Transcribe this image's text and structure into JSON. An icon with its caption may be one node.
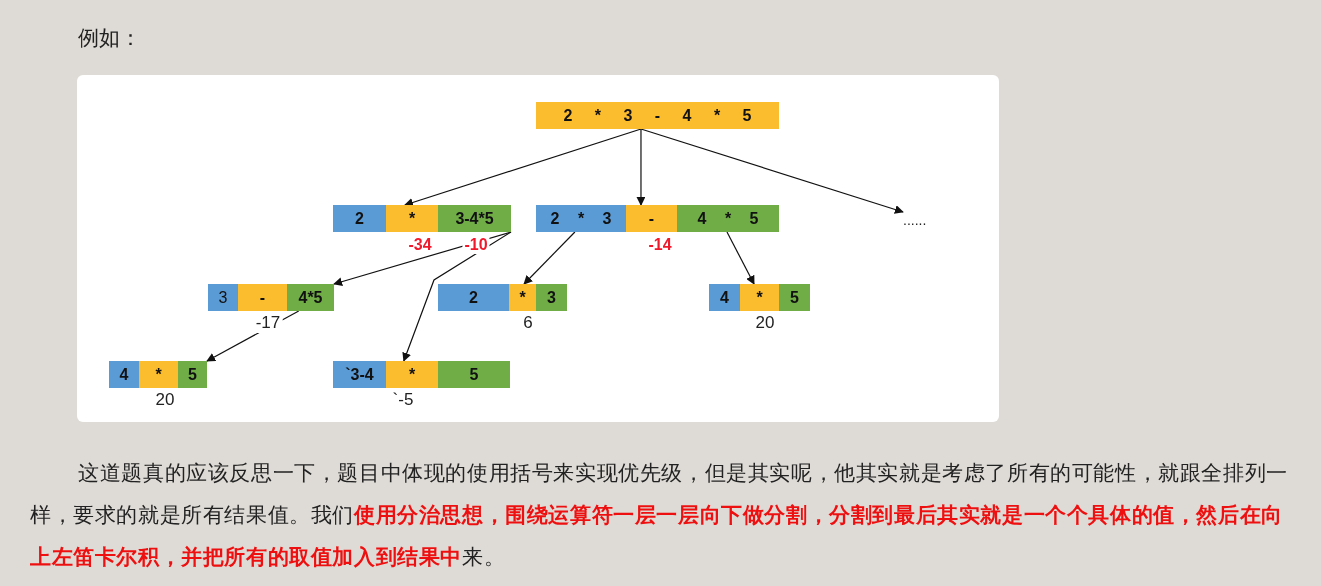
{
  "diagram": {
    "nodes": [
      {
        "text": [
          "2 * 3 - 4 * 5"
        ]
      },
      {
        "text": [
          "2",
          "*",
          "3-4*5"
        ],
        "beside": [
          "-34",
          "-10"
        ]
      },
      {
        "text": [
          "2 * 3",
          "-",
          "4 * 5"
        ],
        "beside": [
          "-14"
        ]
      },
      {
        "text": [
          "......"
        ]
      },
      {
        "text": [
          "3",
          "-",
          "4*5"
        ],
        "beside": [
          "-17"
        ]
      },
      {
        "text": [
          "2",
          "*",
          "3"
        ],
        "beside": [
          "6"
        ]
      },
      {
        "text": [
          "4",
          "*",
          "5"
        ],
        "beside": [
          "20"
        ]
      },
      {
        "text": [
          "4",
          "*",
          "5"
        ],
        "beside": [
          "20"
        ]
      },
      {
        "text": [
          "`3-4",
          "*",
          "5"
        ],
        "beside": [
          "`-5"
        ]
      }
    ],
    "edges": [
      {
        "from": 0,
        "to": 1,
        "arrow": "to"
      },
      {
        "from": 0,
        "to": 2,
        "arrow": "to"
      },
      {
        "from": 0,
        "to": 3,
        "arrow": "to"
      },
      {
        "from": 1,
        "to": 4,
        "arrow": "to"
      },
      {
        "from": 1,
        "to": 8,
        "arrow": "to"
      },
      {
        "from": 2,
        "to": 5,
        "arrow": "to"
      },
      {
        "from": 2,
        "to": 6,
        "arrow": "to"
      },
      {
        "from": 4,
        "to": 7,
        "arrow": "to"
      }
    ],
    "labels": [
      "例如：",
      "这道题真的应该反思一下，题目中体现的使用括号来实现优先级，但是其实呢，他其实就是考虑了所有的可能性，就跟全排列一样，要求的就是所有结果值。我们**使用分治思想，围绕运算符一层一层向下做分割，分割到最后其实就是一个个具体的值，然后在向上左笛卡尔积，并把所有的取值加入到结果中**来。"
    ]
  }
}
